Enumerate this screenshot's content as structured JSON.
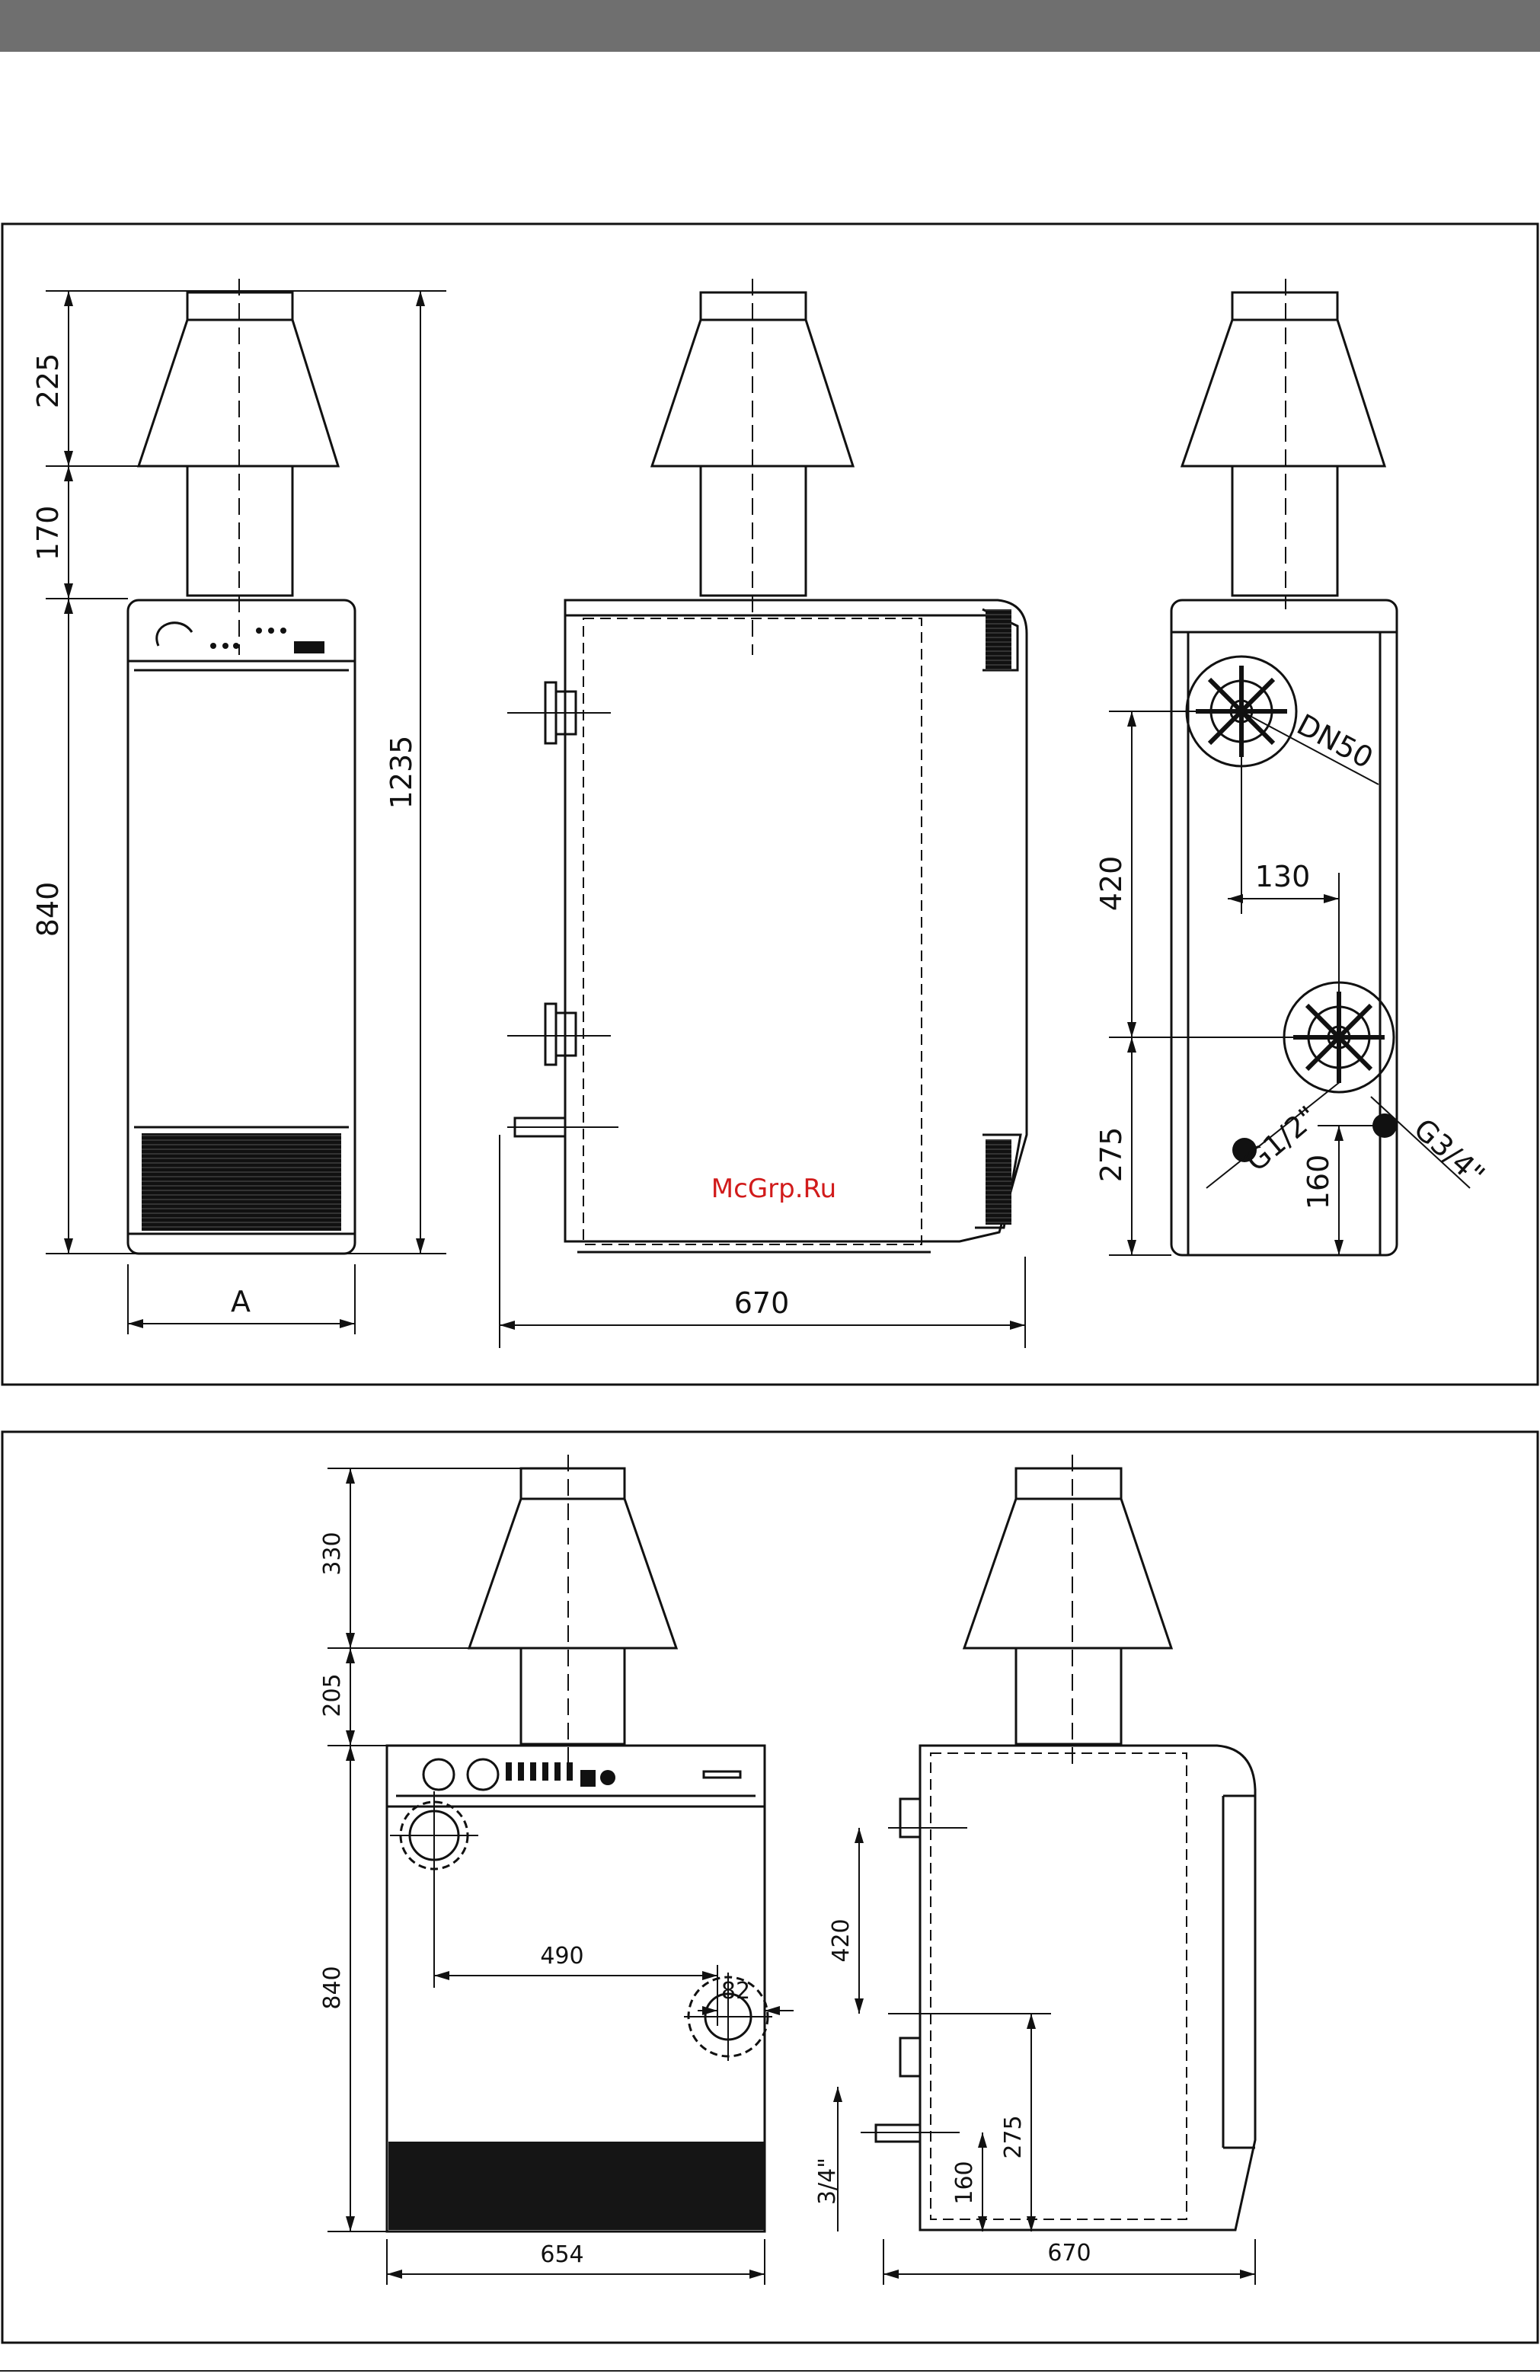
{
  "watermark": "McGrp.Ru",
  "diagram1": {
    "dims": {
      "d225": "225",
      "d170": "170",
      "d840": "840",
      "d1235": "1235",
      "dA": "A",
      "d670": "670",
      "d420": "420",
      "d275": "275",
      "d130": "130",
      "d160": "160",
      "dn50": "DN50",
      "g12": "G1/2\"",
      "g34": "G3/4\""
    }
  },
  "diagram2": {
    "dims": {
      "d330": "330",
      "d205": "205",
      "d840": "840",
      "d490": "490",
      "d82": "82",
      "d654": "654",
      "d420": "420",
      "d275": "275",
      "d160": "160",
      "d34": "3/4\"",
      "d670": "670"
    }
  }
}
